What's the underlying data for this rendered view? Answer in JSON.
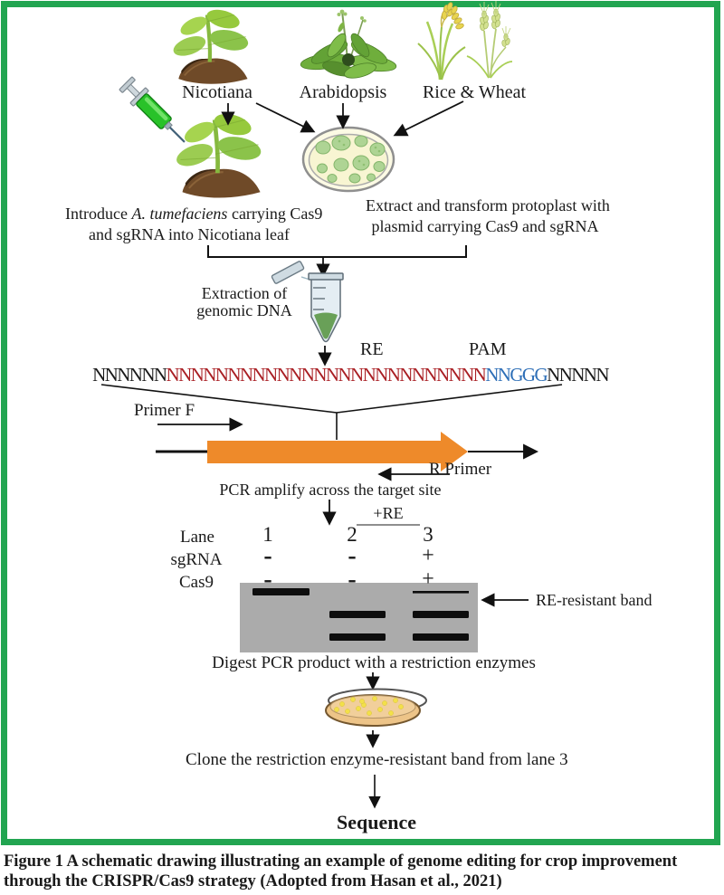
{
  "plants": {
    "nicotiana_label": "Nicotiana",
    "arabidopsis_label": "Arabidopsis",
    "rice_wheat_label": "Rice & Wheat"
  },
  "steps": {
    "introduce": {
      "pre": "Introduce ",
      "italic": "A. tumefaciens",
      "post": " carrying Cas9",
      "line2": "and sgRNA into Nicotiana leaf"
    },
    "extract": {
      "line1": "Extract and transform protoplast with",
      "line2": "plasmid carrying Cas9 and sgRNA"
    },
    "extraction": {
      "line1": "Extraction of",
      "line2": "genomic DNA"
    },
    "pcr_amplify": "PCR amplify across the target site",
    "plus_re": "+RE",
    "digest": "Digest PCR product with a restriction enzymes",
    "clone": "Clone the restriction enzyme-resistant band from lane 3",
    "sequence": "Sequence"
  },
  "dna": {
    "re_label": "RE",
    "pam_label": "PAM",
    "primer_f": "Primer F",
    "r_primer": "R Primer",
    "segments": [
      {
        "text": "NNNNNN",
        "color": "#1a1a1a"
      },
      {
        "text": "NNNNNNNNNNNNNNNNNNNNNNNNNN",
        "color": "#a91f24"
      },
      {
        "text": "NNGGG",
        "color": "#2e6fb7"
      },
      {
        "text": "NNNNN",
        "color": "#1a1a1a"
      }
    ]
  },
  "gel": {
    "lane_header": "Lane",
    "lanes": [
      "1",
      "2",
      "3"
    ],
    "rows": [
      {
        "label": "sgRNA",
        "values": [
          "-",
          "-",
          "+"
        ]
      },
      {
        "label": "Cas9",
        "values": [
          "-",
          "-",
          "+"
        ]
      }
    ],
    "annotation": "RE-resistant band"
  },
  "caption": {
    "line1": "Figure 1 A schematic drawing illustrating an example of genome editing for crop improvement",
    "line2": "through the CRISPR/Cas9 strategy (Adopted from Hasan et al., 2021)"
  },
  "colors": {
    "frame_green": "#22a551",
    "amplicon_orange": "#ee8a2a",
    "gel_gray": "#ababab",
    "dna_red": "#a91f24",
    "dna_blue": "#2e6fb7",
    "liquid_green": "#69a058"
  }
}
